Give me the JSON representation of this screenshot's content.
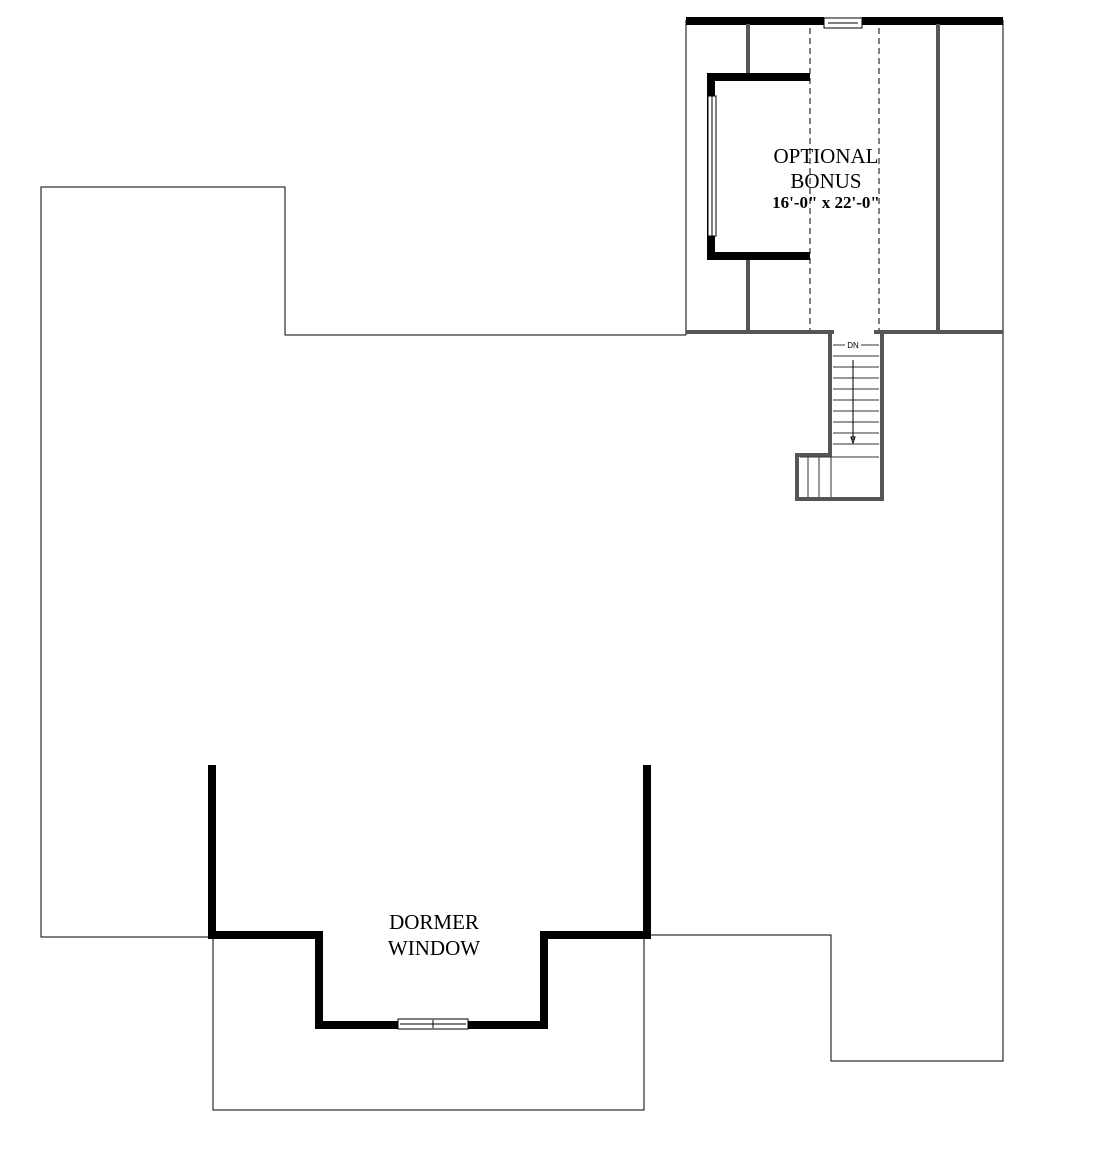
{
  "plan": {
    "rooms": [
      {
        "name": "OPTIONAL",
        "line2": "BONUS",
        "dimensions": "16'-0\" x 22'-0\""
      },
      {
        "name": "DORMER",
        "line2": "WINDOW"
      }
    ],
    "stair_label": "DN"
  }
}
